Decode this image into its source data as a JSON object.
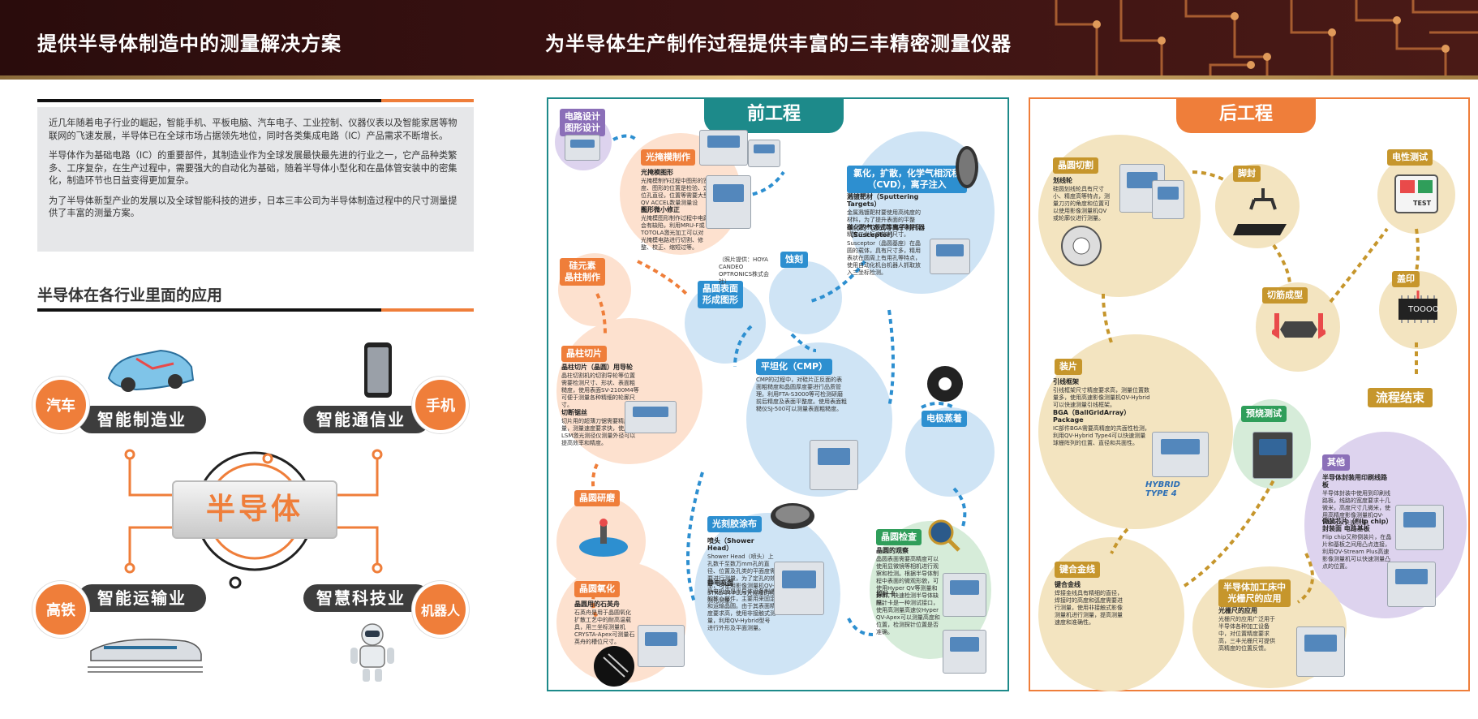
{
  "header": {
    "left_title": "提供半导体制造中的测量解决方案",
    "right_title": "为半导体生产制作过程提供丰富的三丰精密测量仪器"
  },
  "intro": {
    "p1": "近几年随着电子行业的崛起，智能手机、平板电脑、汽车电子、工业控制、仪器仪表以及智能家居等物联网的飞速发展，半导体已在全球市场占据领先地位，同时各类集成电路（IC）产品需求不断增长。",
    "p2": "半导体作为基础电路（IC）的重要部件，其制造业作为全球发展最快最先进的行业之一，它产品种类繁多、工序复杂，在生产过程中，需要强大的自动化为基础，随着半导体小型化和在晶体管安装中的密集化，制造环节也日益变得更加复杂。",
    "p3": "为了半导体新型产业的发展以及全球智能科技的进步，日本三丰公司为半导体制造过程中的尺寸测量提供了丰富的测量方案。"
  },
  "applications": {
    "title": "半导体在各行业里面的应用",
    "center": "半导体",
    "items": [
      {
        "badge": "汽车",
        "label": "智能制造业"
      },
      {
        "badge": "手机",
        "label": "智能通信业"
      },
      {
        "badge": "高铁",
        "label": "智能运输业"
      },
      {
        "badge": "机器人",
        "label": "智慧科技业"
      }
    ]
  },
  "front_process": {
    "title": "前工程",
    "steps": {
      "circuit": "电路设计\n图形设计",
      "photomask": "光掩模制作",
      "silicon": "硅元素\n晶柱制作",
      "etch": "蚀刻",
      "surface": "晶圆表面\n形成图形",
      "oxidation_cvd": "氯化，扩散，化学气相沉积（CVD），离子注入",
      "ingot_slice": "晶柱切片",
      "cmp": "平坦化（CMP）",
      "electrode": "电极蒸着",
      "polish": "晶圆研磨",
      "resist": "光刻胶涂布",
      "inspect": "晶圆检查",
      "wafer_oxide": "晶圆氧化"
    },
    "notes": {
      "photomask_a_title": "光掩模图形",
      "photomask_a": "光掩模制作过程中图形的宽度、图形的位置是检验、定位孔直径，位置等需要大型QV ACCEL数量测量设备。",
      "photomask_b_title": "图形微小修正",
      "photomask_b": "光掩模图形制作过程中电路会有缺陷，利用MRU-F或TOTOLA激光加工可以对光掩模电路进行切割、修整、校正、缩短过等。",
      "photomask_c": "（照片提供：HOYA CANDEO OPTRONICS株式会社）",
      "sputter_title": "溅镀靶材（Sputtering Targets）",
      "sputter": "金属溅镀靶材要使用高纯度的材料，为了提升表面的平整度，靶材的表面平面度需要高精度三坐标来控制尺寸。",
      "susceptor_title": "碳化的气态式等离子衬托器（Susceptor）",
      "susceptor": "Susceptor（晶圆基座）在晶圆的载体，具有尺寸多，精用表状在圆周上有用孔等特点，使用自动化机台机器人抓取放入三坐标检测。",
      "slice_title": "晶柱切片（晶圆）用导轮",
      "slice": "晶柱切割机的切割导轮等位置需要检测尺寸、形状、表面粗糙度，使用表面SV-2100M4等可便于测量各种精细的轮廓尺寸。",
      "blade_title": "切断锯丝",
      "blade": "切片用的超薄刀锯需要精度测量，测量速度要求快，使用LSM激光测径仪测量外径可以提高效率和精度。",
      "cmp": "CMP的过程中，对硅片正反面的表面粗糙度和晶圆厚度要进行品质管理。利用FTA-S3000等可检测研磨前后精度及表面平整度。使用表面粗糙仪SJ-500可以测量表面粗糙度。",
      "shower_title": "喷头（Shower Head）",
      "shower": "Shower Head（喷头）上孔数千至数万mm孔的直径、位置及孔类的平面度需要进行测量，为了定孔的效率，可使用影像测量机QV-STREAM PLUS大规模的检测孔测量。",
      "chuck_title": "静电吸盘",
      "chuck": "静电吸盘是半导体设备制造的核心部件，主要用来固定和运输晶圆。由于其表面精度要求高，使用非接触式测量，利用QV-Hybrid型号进行外形及平面测量。",
      "inspect_title": "晶圆的观察",
      "inspect": "晶圆表面需要高精度可以使用显微镜等相机进行观察和检测。根据半导体制程中表面的微观形貌，可使用Hyper QV等测量和分析，快速检测半导体缺陷。",
      "probe_title": "探针卡",
      "probe": "探针卡是一种测试接口，使用高测量高速仪Hyper QV-Apex可以测量高度和位置，检测探针位置是否准确。",
      "oxide_title": "晶圆用的石英舟",
      "oxide": "石英舟是用于晶圆氧化扩散工艺中的耐高温载具，用三坐标测量机CRYSTA-Apex可测量石英舟的槽位尺寸。"
    }
  },
  "back_process": {
    "title": "后工程",
    "steps": {
      "dicing": "晶圆切割",
      "sealing": "脚封",
      "electric": "电性测试",
      "forming": "切筋成型",
      "mark": "盖印",
      "mount": "装片",
      "burnin": "预烧测试",
      "end": "流程结束",
      "other": "其他",
      "wire": "键合金线",
      "lathe": "半导体加工床中\n光栅尺的应用"
    },
    "notes": {
      "dicing_title": "划线轮",
      "dicing": "硅圆划线轮具有尺寸小、精度高等特点，测量刀刃的角度和位置可以使用影像测量机QV或轮廓仪进行测量。",
      "mount_a_title": "引线框架",
      "mount_a": "引线框架尺寸精度要求高，测量位置数量多，使用高速影像测量机QV-Hybrid可以快速测量引线框架。",
      "mount_b_title": "BGA（BallGridArray）Package",
      "mount_b": "IC部件BGA需要高精度的共面性检测，利用QV-Hybrid Type4可以快速测量球栅阵列的位置、直径和共面性。",
      "other_title": "半导体封装用印刷线路板",
      "other": "半导体封装中使用到印刷线路板，线路的宽度要求十几微米，高度尺寸几微米，使用高精度影像测量机QV-WLI可以快速测量。",
      "flip_title": "倒装芯片（Flip chip）封装面 电路基板",
      "flip": "Flip chip又称倒装片，在晶片和基板之间用凸点连接，利用QV-Stream Plus高速影像测量机可以快速测量凸点的位置。",
      "wire_title": "键合金线",
      "wire": "焊接金线具有精细的直径，焊接时的高度和弧度需要进行测量，使用非接触式影像测量机进行测量，提高测量速度和准确性。",
      "lathe_title": "光栅尺的应用",
      "lathe": "光栅尺的应用广泛用于半导体各种加工设备中，对位置精度要求高，三丰光栅尺可提供高精度的位置反馈。",
      "test_word": "TEST",
      "chip_word": "TOOOO",
      "hybrid_word": "HYBRID",
      "type_word": "TYPE 4"
    }
  },
  "colors": {
    "accent_orange": "#ef7e3a",
    "teal": "#1d8a8a",
    "banner": "#2a0c0c"
  }
}
